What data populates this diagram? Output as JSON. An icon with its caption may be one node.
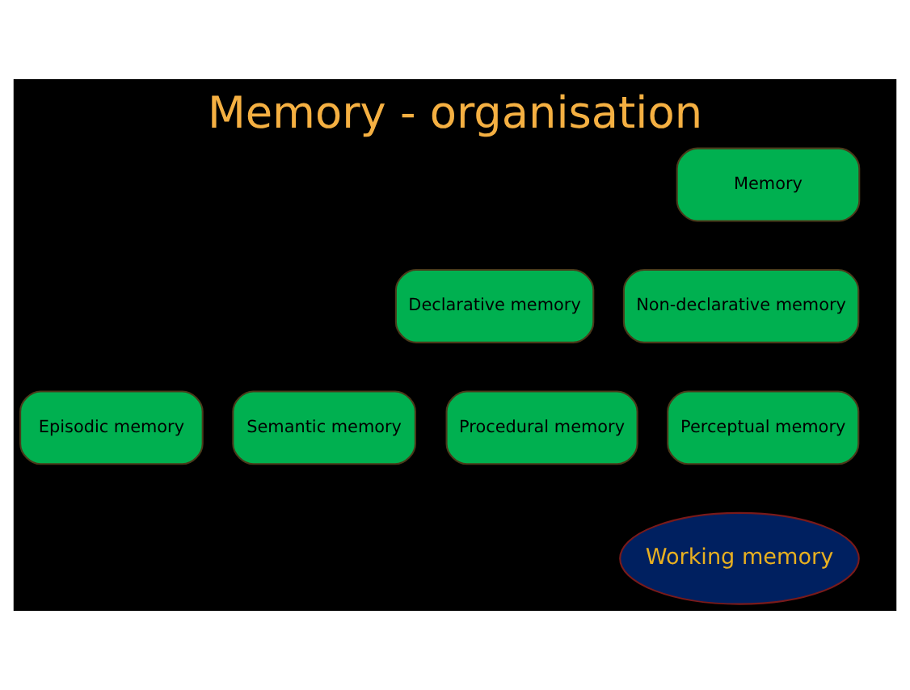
{
  "diagram": {
    "title": "Memory - organisation",
    "nodes": [
      {
        "text": [
          "Memory"
        ]
      },
      {
        "text": [
          "Declarative memory"
        ]
      },
      {
        "text": [
          "Non-declarative memory"
        ]
      },
      {
        "text": [
          "Episodic memory"
        ]
      },
      {
        "text": [
          "Semantic memory"
        ]
      },
      {
        "text": [
          "Procedural memory"
        ]
      },
      {
        "text": [
          "Perceptual memory"
        ]
      },
      {
        "text": [
          "Working memory"
        ]
      }
    ],
    "edges": []
  }
}
